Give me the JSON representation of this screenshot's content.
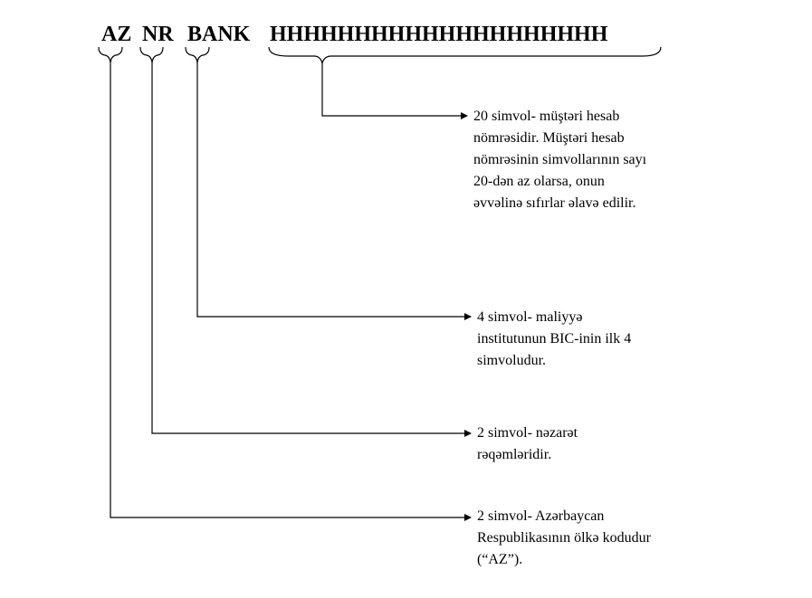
{
  "code": {
    "segments": [
      {
        "id": "country",
        "text": "AZ"
      },
      {
        "id": "check",
        "text": "NR"
      },
      {
        "id": "bank",
        "text": "BANK"
      },
      {
        "id": "account",
        "text": "HHHHHHHHHHHHHHHHHHHH"
      }
    ]
  },
  "descriptions": {
    "account": [
      "20 simvol- müştəri hesab",
      "nömrəsidir. Müştəri hesab",
      "nömrəsinin simvollarının sayı",
      "20-dən az olarsa, onun",
      "əvvəlinə sıfırlar əlavə edilir."
    ],
    "bank": [
      "4 simvol- maliyyə",
      "institutunun BIC-inin ilk 4",
      "simvoludur."
    ],
    "check": [
      "2 simvol- nəzarət",
      "rəqəmləridir."
    ],
    "country": [
      "2 simvol- Azərbaycan",
      "Respublikasının ölkə kodudur",
      "(“AZ”)."
    ]
  },
  "colors": {
    "ink": "#000000",
    "background": "#ffffff"
  }
}
